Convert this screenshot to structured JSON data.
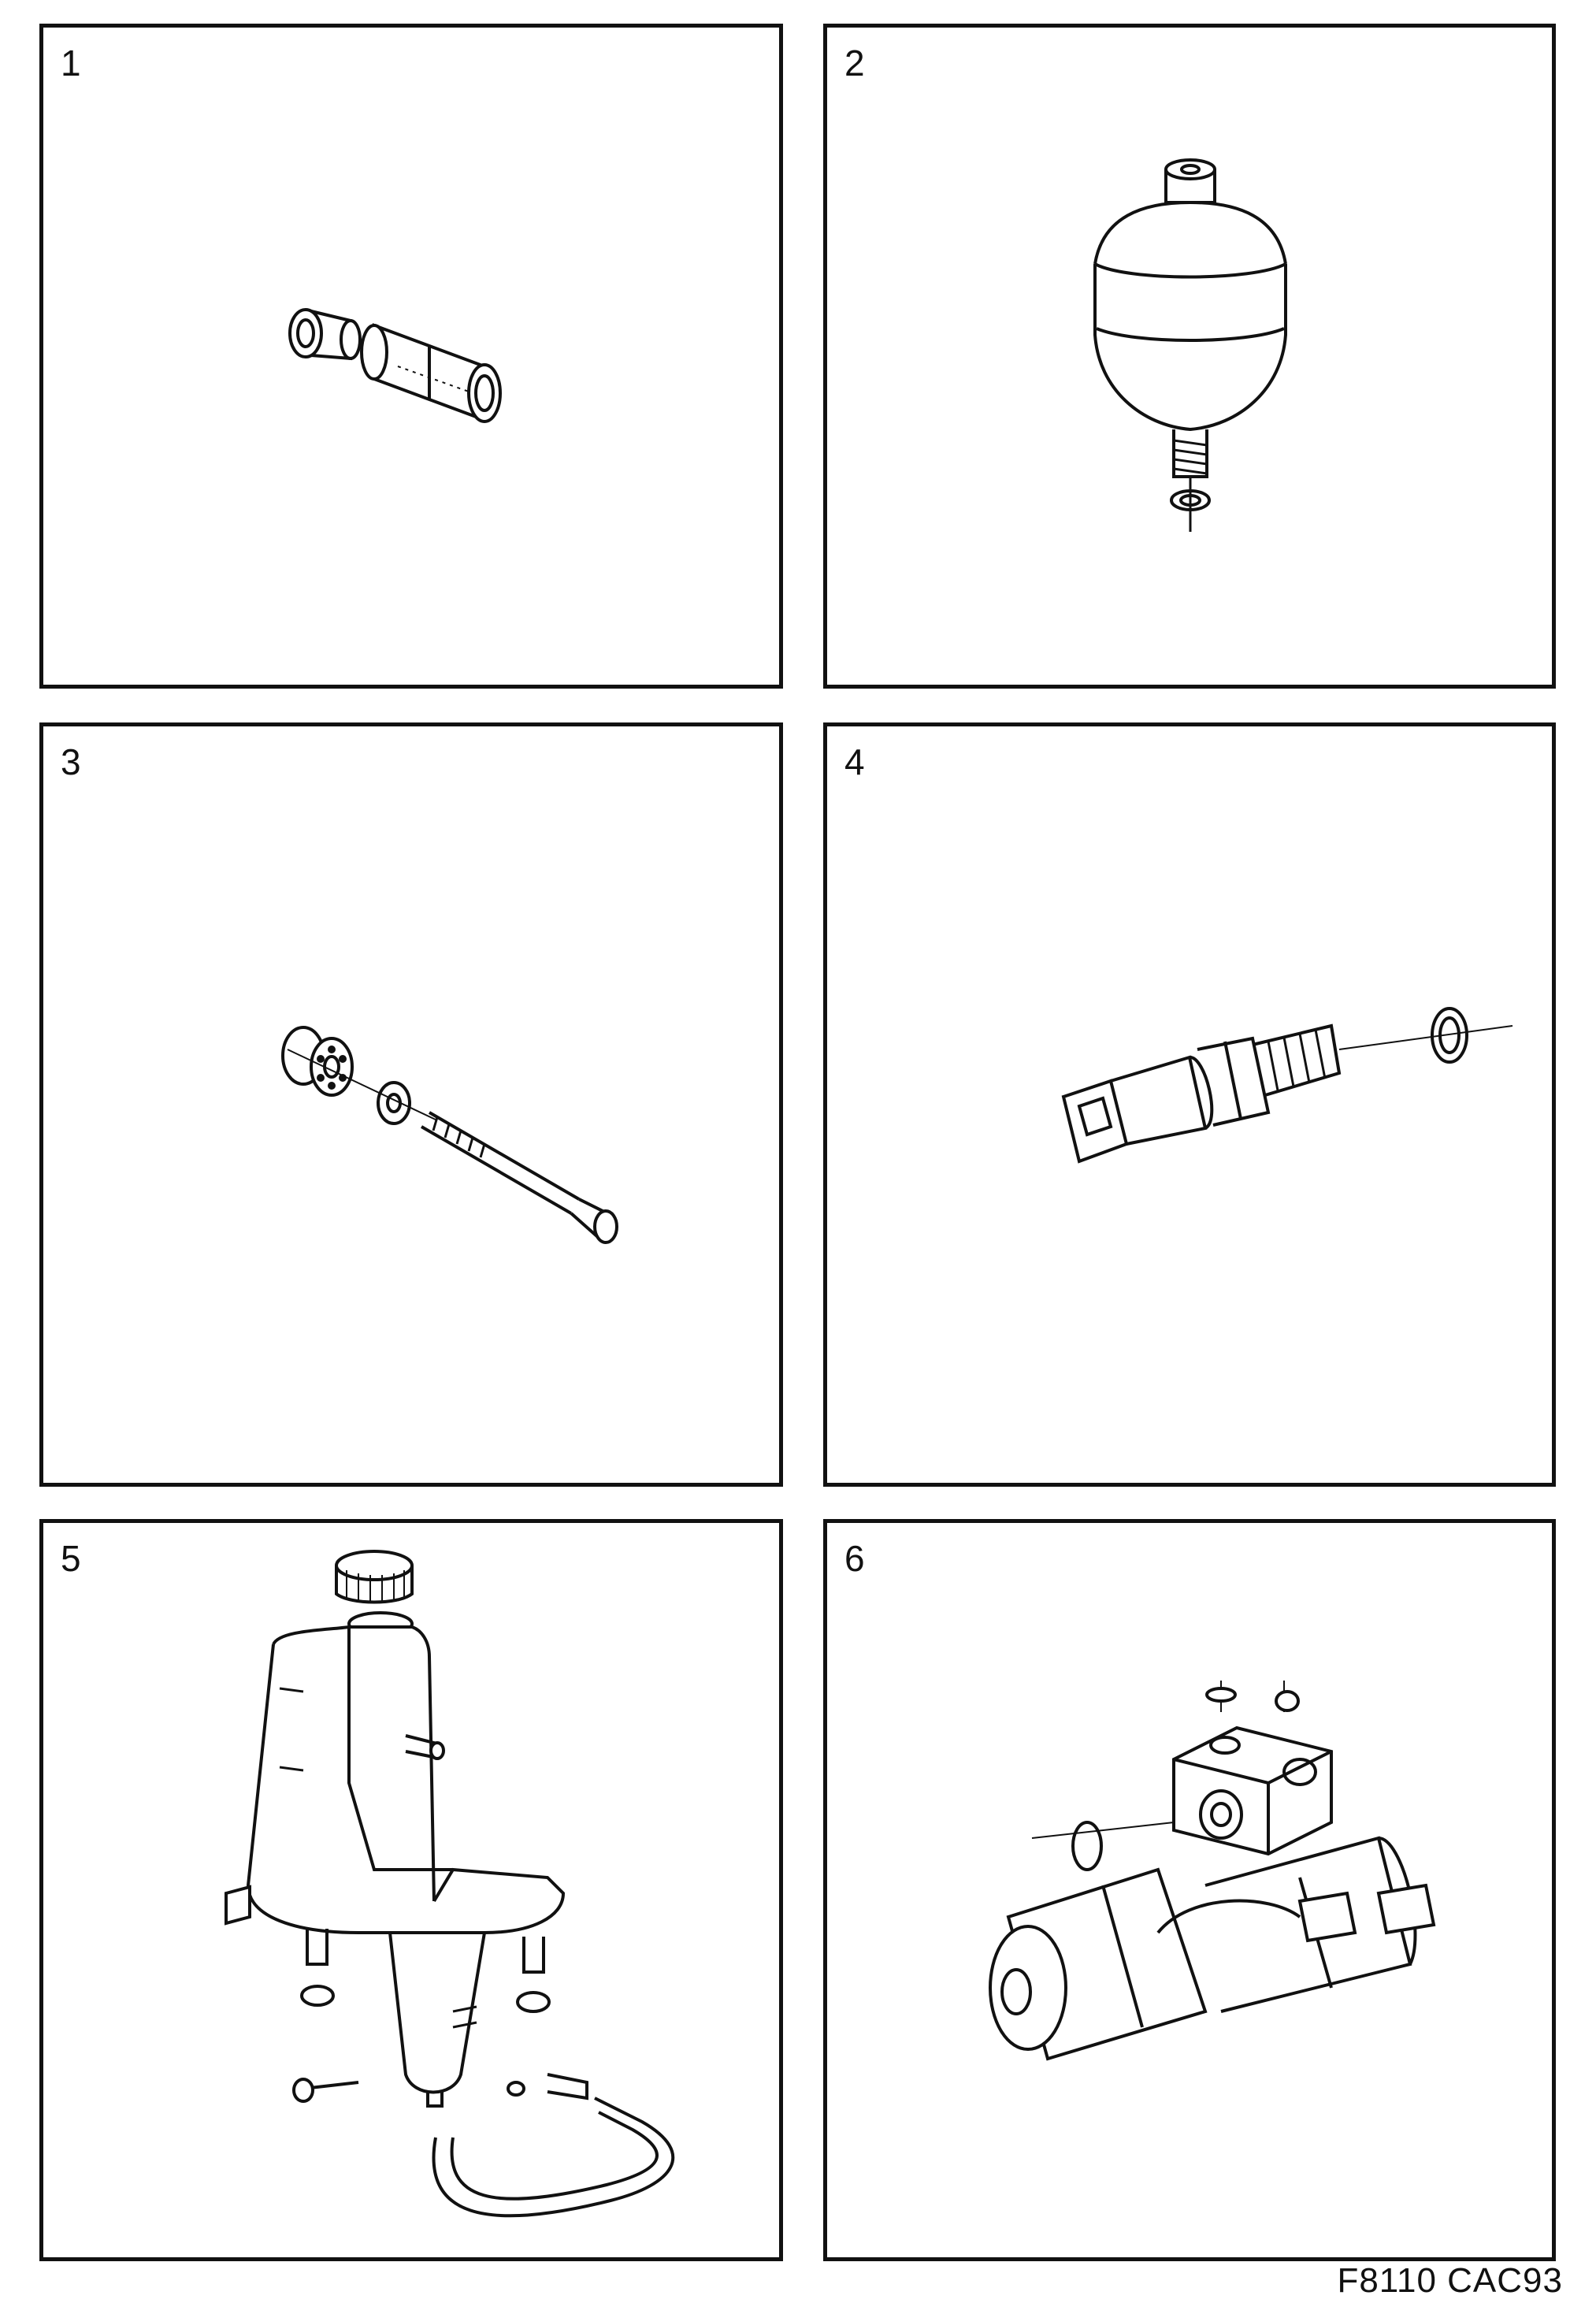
{
  "panels": [
    {
      "number": "1",
      "icon": "pipe-coupling-icon"
    },
    {
      "number": "2",
      "icon": "pressure-accumulator-icon"
    },
    {
      "number": "3",
      "icon": "bolt-with-grommet-icon"
    },
    {
      "number": "4",
      "icon": "pressure-switch-icon"
    },
    {
      "number": "5",
      "icon": "fluid-reservoir-icon"
    },
    {
      "number": "6",
      "icon": "hydraulic-pump-unit-icon"
    }
  ],
  "reference_code": "F8110 CAC93",
  "colors": {
    "line": "#111111",
    "background": "#ffffff"
  }
}
